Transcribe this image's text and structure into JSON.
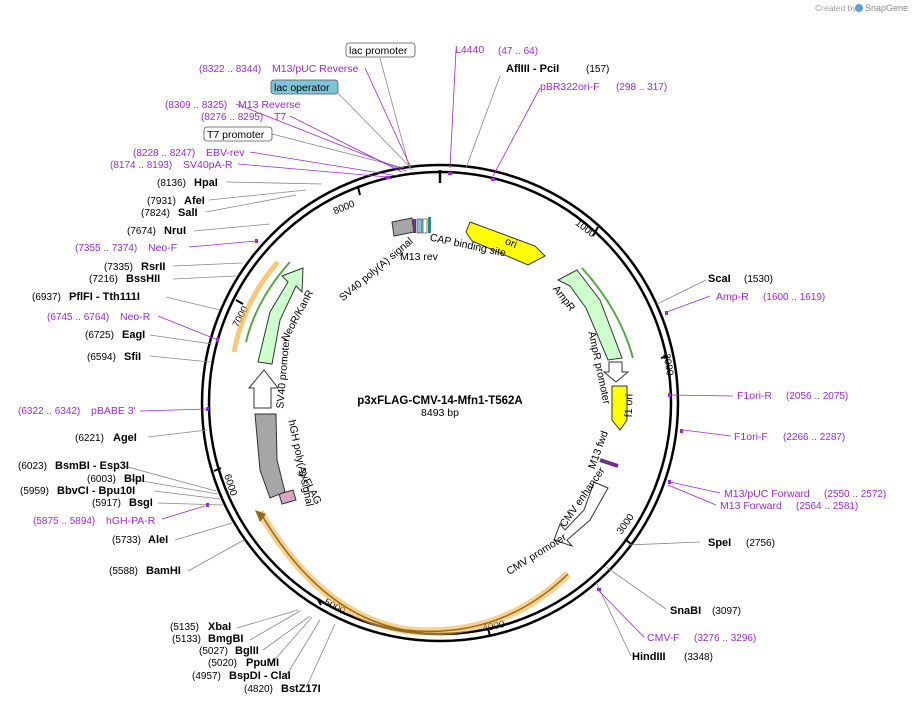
{
  "branding": {
    "created_by": "Created by",
    "product": "SnapGene"
  },
  "plasmid": {
    "name": "p3xFLAG-CMV-14-Mfn1-T562A",
    "length_label": "8493 bp"
  },
  "ruler": [
    "1000",
    "2000",
    "3000",
    "4000",
    "5000",
    "6000",
    "7000",
    "8000"
  ],
  "enzymes": [
    {
      "name": "AflIII  - PciI",
      "pos": "(157)"
    },
    {
      "name": "ScaI",
      "pos": "(1530)"
    },
    {
      "name": "SpeI",
      "pos": "(2756)"
    },
    {
      "name": "SnaBI",
      "pos": "(3097)"
    },
    {
      "name": "HindIII",
      "pos": "(3348)"
    },
    {
      "name": "BstZ17I",
      "pos": "(4820)"
    },
    {
      "name": "BspDI  - ClaI",
      "pos": "(4957)"
    },
    {
      "name": "PpuMI",
      "pos": "(5020)"
    },
    {
      "name": "BglII",
      "pos": "(5027)"
    },
    {
      "name": "BmgBI",
      "pos": "(5133)"
    },
    {
      "name": "XbaI",
      "pos": "(5135)"
    },
    {
      "name": "BamHI",
      "pos": "(5588)"
    },
    {
      "name": "AleI",
      "pos": "(5733)"
    },
    {
      "name": "BsgI",
      "pos": "(5917)"
    },
    {
      "name": "BbvCI  - Bpu10I",
      "pos": "(5959)"
    },
    {
      "name": "BlpI",
      "pos": "(6003)"
    },
    {
      "name": "BsmBI  - Esp3I",
      "pos": "(6023)"
    },
    {
      "name": "AgeI",
      "pos": "(6221)"
    },
    {
      "name": "SfiI",
      "pos": "(6594)"
    },
    {
      "name": "EagI",
      "pos": "(6725)"
    },
    {
      "name": "PflFI  - Tth111I",
      "pos": "(6937)"
    },
    {
      "name": "BssHII",
      "pos": "(7216)"
    },
    {
      "name": "RsrII",
      "pos": "(7335)"
    },
    {
      "name": "NruI",
      "pos": "(7674)"
    },
    {
      "name": "SalI",
      "pos": "(7824)"
    },
    {
      "name": "AfeI",
      "pos": "(7931)"
    },
    {
      "name": "HpaI",
      "pos": "(8136)"
    }
  ],
  "primers": [
    {
      "name": "L4440",
      "pos": "(47 .. 64)"
    },
    {
      "name": "pBR322ori-F",
      "pos": "(298 .. 317)"
    },
    {
      "name": "Amp-R",
      "pos": "(1600 .. 1619)"
    },
    {
      "name": "F1ori-R",
      "pos": "(2056 .. 2075)"
    },
    {
      "name": "F1ori-F",
      "pos": "(2266 .. 2287)"
    },
    {
      "name": "M13/pUC Forward",
      "pos": "(2550 .. 2572)"
    },
    {
      "name": "M13 Forward",
      "pos": "(2564 .. 2581)"
    },
    {
      "name": "CMV-F",
      "pos": "(3276 .. 3296)"
    },
    {
      "name": "hGH-PA-R",
      "pos": "(5875 .. 5894)"
    },
    {
      "name": "pBABE 3'",
      "pos": "(6322 .. 6342)"
    },
    {
      "name": "Neo-R",
      "pos": "(6745 .. 6764)"
    },
    {
      "name": "Neo-F",
      "pos": "(7355 .. 7374)"
    },
    {
      "name": "SV40pA-R",
      "pos": "(8174 .. 8193)"
    },
    {
      "name": "EBV-rev",
      "pos": "(8228 .. 8247)"
    },
    {
      "name": "T7",
      "pos": "(8276 .. 8295)"
    },
    {
      "name": "M13 Reverse",
      "pos": "(8309 .. 8325)"
    },
    {
      "name": "M13/pUC Reverse",
      "pos": "(8322 .. 8344)"
    }
  ],
  "boxed": {
    "lac_promoter": "lac promoter",
    "lac_operator": "lac operator",
    "t7_promoter": "T7 promoter"
  },
  "features": {
    "ori": "ori",
    "ampr": "AmpR",
    "ampr_promoter": "AmpR promoter",
    "f1_ori": "f1 ori",
    "m13_fwd": "M13 fwd",
    "cmv_enhancer": "CMV enhancer",
    "cmv_promoter": "CMV promoter",
    "flag": "3xFLAG",
    "hgh": "hGH poly(A) signal",
    "sv40_promoter": "SV40 promoter",
    "neor": "NeoR/KanR",
    "sv40_polya": "SV40 poly(A) signal",
    "m13_rev": "M13 rev",
    "cap": "CAP binding site"
  },
  "colors": {
    "primer": "#9a2bd6",
    "ori": "#ffff00",
    "ampr": "#ccffcc",
    "orf": "#f5b041",
    "gray": "#a6a6a6",
    "flag": "#d5a6bd",
    "lac_operator": "#7fc4d6"
  }
}
